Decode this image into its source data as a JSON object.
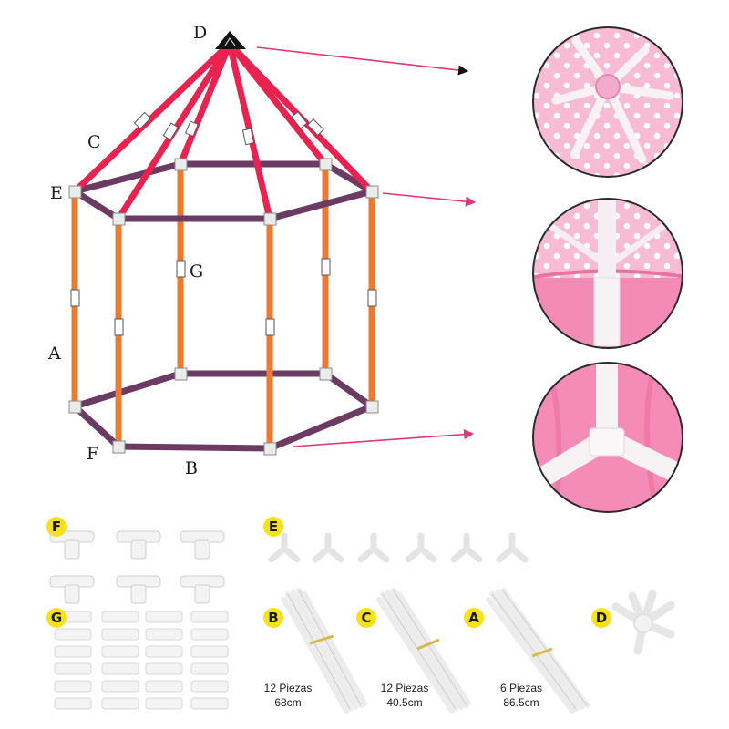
{
  "diagram": {
    "labels": {
      "top": "D",
      "roof_pole": "C",
      "corner_top": "E",
      "center_pole": "G",
      "side_pole": "A",
      "corner_bottom": "F",
      "bottom_bar": "B"
    },
    "colors": {
      "roof": "#e8234f",
      "ring": "#6b3b63",
      "vertical": "#f07a2c",
      "joint": "#e9ece9",
      "arrow": "#e0357a",
      "pink": "#f4b6cf"
    }
  },
  "parts": {
    "badges": [
      "F",
      "E",
      "G",
      "B",
      "C",
      "A",
      "D"
    ],
    "captions": {
      "B": {
        "qty": "12 Piezas",
        "len": "68cm"
      },
      "C": {
        "qty": "12 Piezas",
        "len": "40.5cm"
      },
      "A": {
        "qty": "6 Piezas",
        "len": "86.5cm"
      }
    },
    "badge_color": "#f7e11a"
  }
}
